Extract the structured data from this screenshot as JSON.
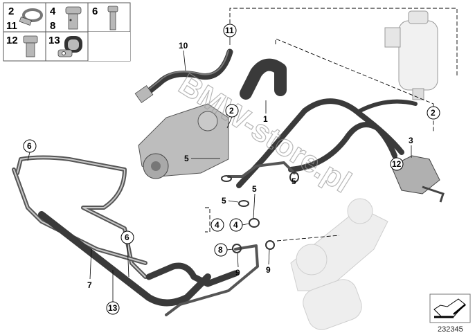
{
  "legend": {
    "cells": [
      {
        "numbers": [
          "2",
          "11"
        ],
        "part": "hose-clamp"
      },
      {
        "numbers": [
          "4",
          "8"
        ],
        "part": "banjo-bolt"
      },
      {
        "numbers": [
          "6"
        ],
        "part": "hex-bolt"
      },
      {
        "numbers": [
          "12"
        ],
        "part": "hex-bolt-short"
      },
      {
        "numbers": [
          "13"
        ],
        "part": "rubber-mount-clip"
      }
    ]
  },
  "callouts": {
    "c1": "1",
    "c2a": "2",
    "c2b": "2",
    "c3": "3",
    "c4a": "4",
    "c4b": "4",
    "c5a": "5",
    "c5b": "5",
    "c5c": "5",
    "c5d": "5",
    "c6a": "6",
    "c6b": "6",
    "c7": "7",
    "c8": "8",
    "c9a": "9",
    "c9b": "9",
    "c10": "10",
    "c11": "11",
    "c12": "12",
    "c13": "13"
  },
  "watermark": "BMW-store.pl",
  "diagram_ref": "232345",
  "nav_icon": "arrow-back-icon"
}
